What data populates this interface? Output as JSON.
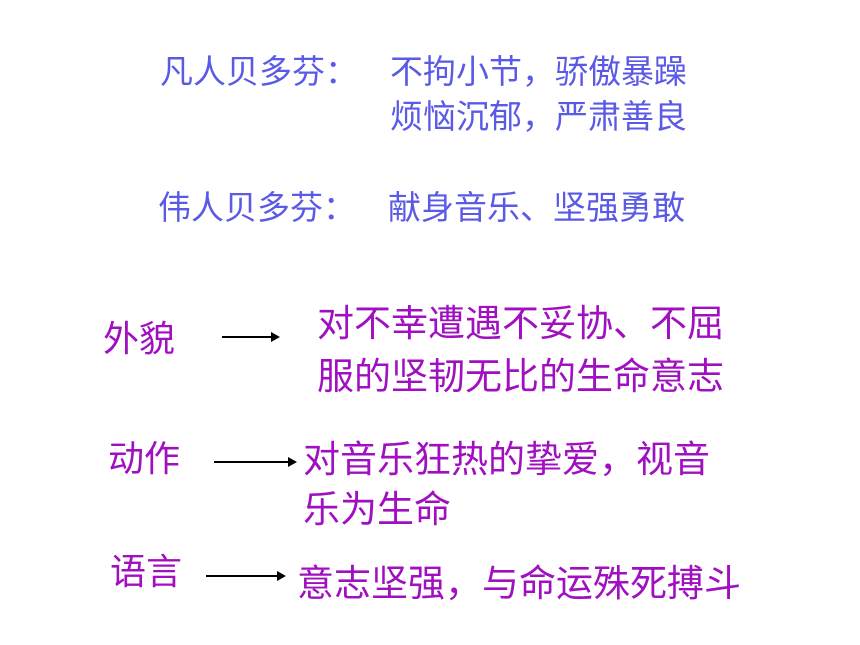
{
  "ordinary": {
    "prefix": "凡人贝多芬：",
    "line1": "不拘小节，骄傲暴躁",
    "line2": "烦恼沉郁，严肃善良"
  },
  "great": {
    "prefix": "伟人贝多芬：",
    "text": "献身音乐、坚强勇敢"
  },
  "items": [
    {
      "label": "外貌",
      "desc_line1": "对不幸遭遇不妥协、不屈",
      "desc_line2": "服的坚韧无比的生命意志"
    },
    {
      "label": "动作",
      "desc_line1": "对音乐狂热的挚爱，视音",
      "desc_line2": "乐为生命"
    },
    {
      "label": "语言",
      "desc_line1": "意志坚强，与命运殊死搏斗"
    }
  ],
  "colors": {
    "blue_text": "#5a5ae6",
    "purple_text": "#a010c0",
    "arrow": "#000000"
  }
}
